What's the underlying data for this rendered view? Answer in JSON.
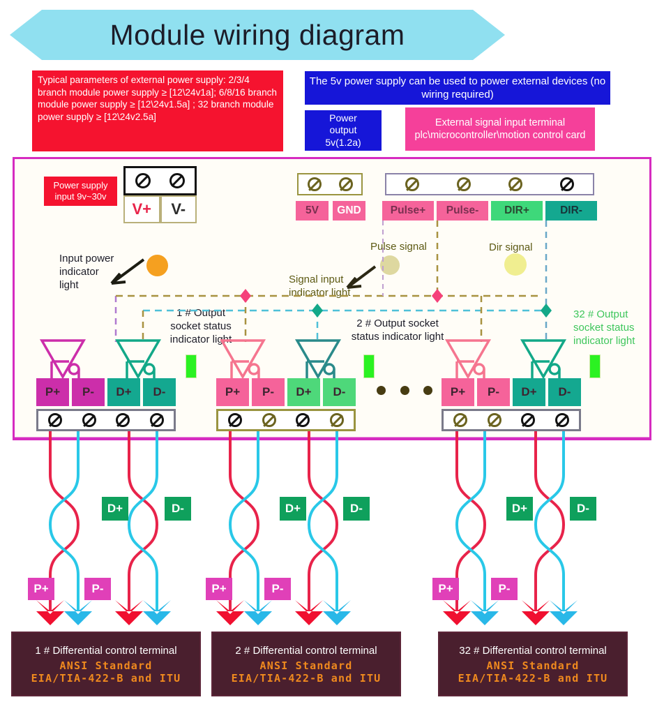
{
  "title": "Module wiring diagram",
  "header": {
    "param_box": "Typical parameters of external power supply: 2/3/4 branch module power supply ≥ [12\\24v1a];    6/8/16 branch module power supply ≥ [12\\24v1.5a] ;    32 branch module power supply ≥ [12\\24v2.5a]",
    "fivev_note": "The 5v power supply can be used to power external devices  (no wiring required)",
    "power_output_line1": "Power",
    "power_output_line2": "output",
    "power_output_line3": "5v(1.2a)",
    "ext_signal": "External signal input terminal plc\\microcontroller\\motion control card"
  },
  "module": {
    "power_input_label": "Power supply input 9v~30v",
    "power_terminals": [
      "V+",
      "V-"
    ],
    "aux_terminals": [
      "5V",
      "GND"
    ],
    "signal_terminals": [
      "Pulse+",
      "Pulse-",
      "DIR+",
      "DIR-"
    ],
    "input_power_indicator": "Input power indicator light",
    "signal_input_indicator": "Signal input indicator light",
    "pulse_signal_label": "Pulse signal",
    "dir_signal_label": "Dir signal",
    "socket_status_1": "1 # Output socket status indicator light",
    "socket_status_2": "2 # Output socket status indicator light",
    "socket_status_32": "32 # Output socket status indicator light",
    "ellipsis_dots": 3,
    "output_groups": [
      {
        "id": "1",
        "pads": [
          "P+",
          "P-",
          "D+",
          "D-"
        ]
      },
      {
        "id": "2",
        "pads": [
          "P+",
          "P-",
          "D+",
          "D-"
        ]
      },
      {
        "id": "32",
        "pads": [
          "P+",
          "P-",
          "D+",
          "D-"
        ]
      }
    ]
  },
  "wiring": {
    "pair_labels": [
      "D+",
      "D-",
      "P+",
      "P-"
    ],
    "groups": [
      {
        "id": "1",
        "title": "1 # Differential control terminal",
        "std_line1": "ANSI Standard",
        "std_line2": "EIA/TIA-422-B and ITU"
      },
      {
        "id": "2",
        "title": "2 #  Differential control terminal",
        "std_line1": "ANSI Standard",
        "std_line2": "EIA/TIA-422-B and ITU"
      },
      {
        "id": "32",
        "title": "32 # Differential control terminal",
        "std_line1": "ANSI Standard",
        "std_line2": "EIA/TIA-422-B and ITU"
      }
    ]
  },
  "colors": {
    "title_banner": "#90e0f0",
    "param_red": "#f5132f",
    "blue": "#1616d8",
    "pink": "#f5409a",
    "frame_magenta": "#d62bc0",
    "led_orange": "#f5a020",
    "led_yellow": "#f0ee90",
    "led_green": "#2bf222",
    "wire_red": "#e8234a",
    "wire_cyan": "#29c8e8",
    "diff_box": "#4a1f2e",
    "diff_orange": "#f08a1e"
  }
}
